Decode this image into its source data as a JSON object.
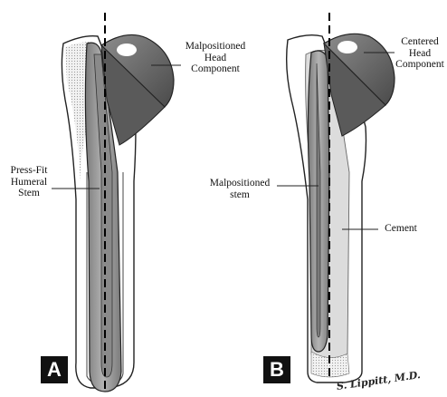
{
  "panels": [
    {
      "tag": "A"
    },
    {
      "tag": "B"
    }
  ],
  "labels": {
    "malpositioned_head": [
      "Malpositioned",
      "Head",
      "Component"
    ],
    "press_fit_stem": [
      "Press-Fit",
      "Humeral",
      "Stem"
    ],
    "centered_head": [
      "Centered",
      "Head",
      "Component"
    ],
    "malpositioned_stem": [
      "Malpositioned",
      "stem"
    ],
    "cement": "Cement"
  },
  "signature": "S. Lippitt, M.D.",
  "colors": {
    "bone_outline": "#222222",
    "stem_fill": "#9a9a9a",
    "head_fill": "#6e6e6e",
    "cement_fill": "#c8c8c8",
    "panel_tag_bg": "#111111"
  }
}
